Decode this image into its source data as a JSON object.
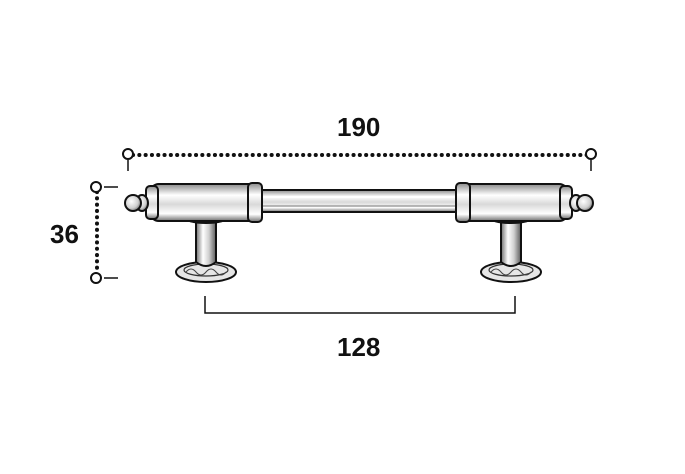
{
  "dimensions": {
    "overall_length": "190",
    "height": "36",
    "hole_spacing": "128"
  },
  "colors": {
    "line": "#111111",
    "metal_light": "#f4f4f4",
    "metal_mid": "#bdbdbd",
    "metal_dark": "#555555"
  }
}
